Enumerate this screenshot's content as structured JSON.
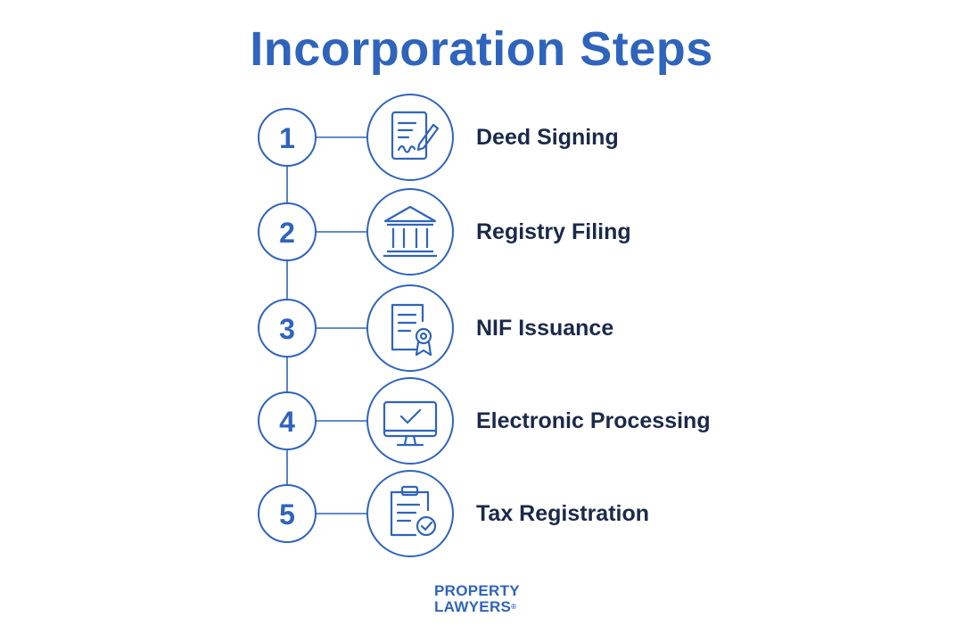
{
  "title": "Incorporation Steps",
  "colors": {
    "primary": "#2f64bd",
    "label": "#1b2a4a",
    "background": "#ffffff"
  },
  "steps": [
    {
      "number": "1",
      "label": "Deed Signing",
      "icon": "signed-document-icon"
    },
    {
      "number": "2",
      "label": "Registry Filing",
      "icon": "registry-building-icon"
    },
    {
      "number": "3",
      "label": "NIF Issuance",
      "icon": "certificate-icon"
    },
    {
      "number": "4",
      "label": "Electronic Processing",
      "icon": "monitor-check-icon"
    },
    {
      "number": "5",
      "label": "Tax Registration",
      "icon": "clipboard-check-icon"
    }
  ],
  "brand": {
    "line1": "PROPERTY",
    "line2": "LAWYERS",
    "mark": "®"
  }
}
